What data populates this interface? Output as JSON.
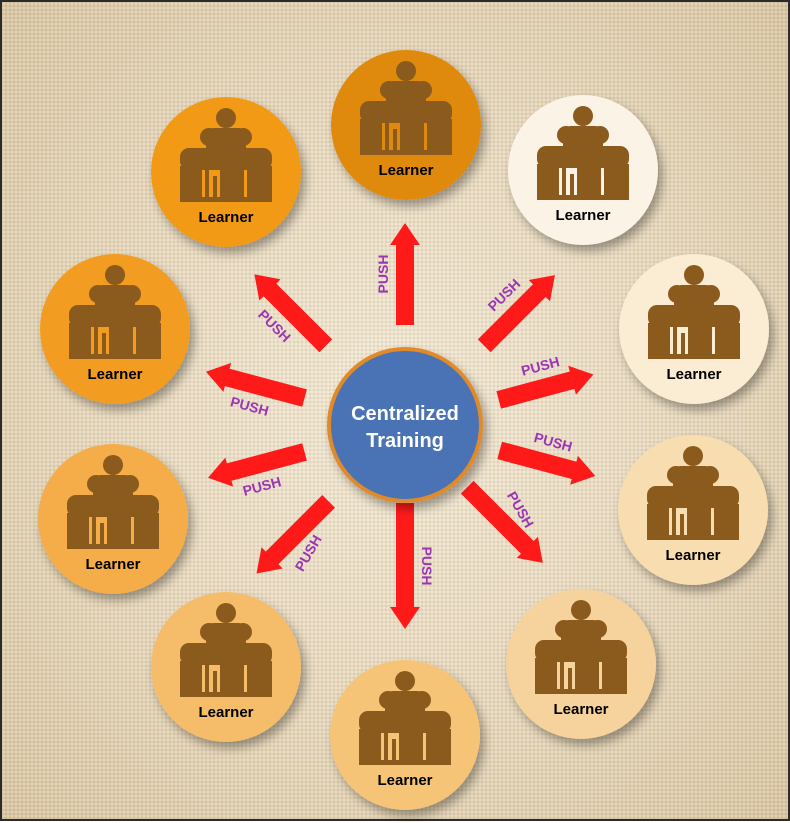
{
  "center": {
    "line1": "Centralized",
    "line2": "Training",
    "fill": "#4a73b5",
    "border": "#e08a2a"
  },
  "arrow": {
    "label": "PUSH",
    "color": "#ff1a1a",
    "label_color": "#9b36b2"
  },
  "icon_color": "#8b5a1d",
  "learners": [
    {
      "label": "Learner",
      "fill": "#e08a10"
    },
    {
      "label": "Learner",
      "fill": "#fbf3e6"
    },
    {
      "label": "Learner",
      "fill": "#fbecd4"
    },
    {
      "label": "Learner",
      "fill": "#f8ddb0"
    },
    {
      "label": "Learner",
      "fill": "#f6d39c"
    },
    {
      "label": "Learner",
      "fill": "#f6c476"
    },
    {
      "label": "Learner",
      "fill": "#f5bd6a"
    },
    {
      "label": "Learner",
      "fill": "#f4ad48"
    },
    {
      "label": "Learner",
      "fill": "#f29c22"
    },
    {
      "label": "Learner",
      "fill": "#f29a14"
    }
  ]
}
